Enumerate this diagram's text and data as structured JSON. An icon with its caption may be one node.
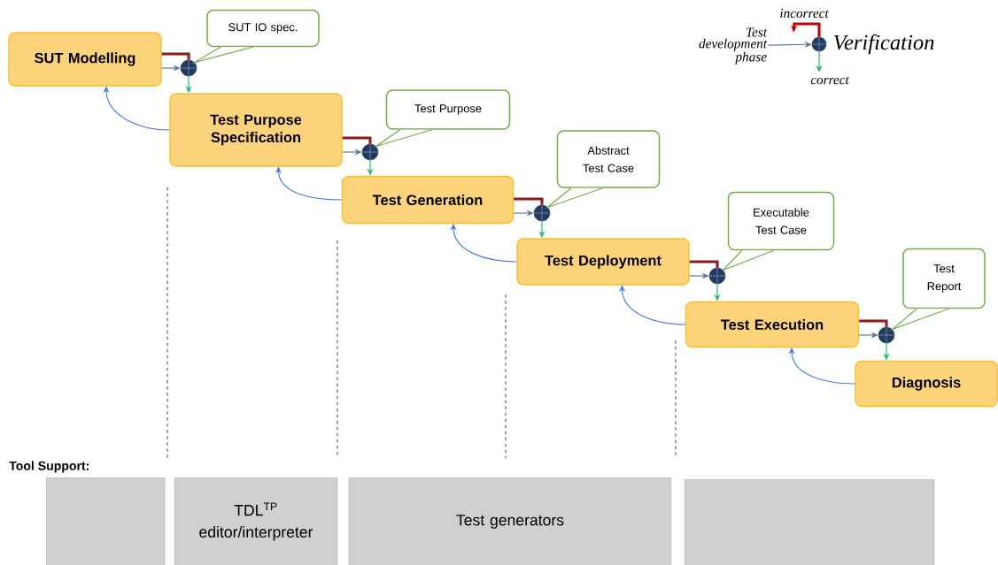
{
  "diagram": {
    "nodes": [
      {
        "text": [
          "SUT Modelling"
        ]
      },
      {
        "text": [
          "Test Purpose Specification"
        ]
      },
      {
        "text": [
          "Test Generation"
        ]
      },
      {
        "text": [
          "Test Deployment"
        ]
      },
      {
        "text": [
          "Test Execution"
        ]
      },
      {
        "text": [
          "Diagnosis"
        ]
      },
      {
        "text": [],
        "shape": "circle"
      },
      {
        "text": [],
        "shape": "circle"
      },
      {
        "text": [],
        "shape": "circle"
      },
      {
        "text": [],
        "shape": "circle"
      },
      {
        "text": [],
        "shape": "circle"
      },
      {
        "text": [
          "SUT IO spec."
        ]
      },
      {
        "text": [
          "Test Purpose"
        ]
      },
      {
        "text": [
          "Abstract Test Case"
        ]
      },
      {
        "text": [
          "Executable Test Case"
        ]
      },
      {
        "text": [
          "Test Report"
        ]
      },
      {
        "text": [
          "Test development phase"
        ]
      },
      {
        "text": [],
        "shape": "circle",
        "beside": [
          "Verification"
        ]
      },
      {
        "text": [],
        "shape": "box"
      },
      {
        "text": [
          "TDL$^{TP}$ editor/interpreter"
        ]
      },
      {
        "text": [
          "Test generators"
        ]
      },
      {
        "text": [],
        "shape": "box"
      }
    ],
    "edges": [
      {
        "from": 0,
        "to": 6,
        "arrow": "to",
        "color": "#5a7494"
      },
      {
        "from": 0,
        "to": 6,
        "arrow": "none",
        "style": "thick",
        "color": "#8b1a1a"
      },
      {
        "from": 6,
        "to": 1,
        "arrow": "to",
        "color": "#2bb673"
      },
      {
        "from": 1,
        "to": 0,
        "arrow": "to",
        "color": "#4a7fd4"
      },
      {
        "from": 11,
        "to": 6,
        "arrow": "none",
        "color": "#70ad47"
      },
      {
        "from": 1,
        "to": 7,
        "arrow": "to",
        "color": "#5a7494"
      },
      {
        "from": 1,
        "to": 7,
        "arrow": "none",
        "style": "thick",
        "color": "#8b1a1a"
      },
      {
        "from": 7,
        "to": 2,
        "arrow": "to",
        "color": "#2bb673"
      },
      {
        "from": 2,
        "to": 1,
        "arrow": "to",
        "color": "#4a7fd4"
      },
      {
        "from": 12,
        "to": 7,
        "arrow": "none",
        "color": "#70ad47"
      },
      {
        "from": 2,
        "to": 8,
        "arrow": "to",
        "color": "#5a7494"
      },
      {
        "from": 2,
        "to": 8,
        "arrow": "none",
        "style": "thick",
        "color": "#8b1a1a"
      },
      {
        "from": 8,
        "to": 3,
        "arrow": "to",
        "color": "#2bb673"
      },
      {
        "from": 3,
        "to": 2,
        "arrow": "to",
        "color": "#4a7fd4"
      },
      {
        "from": 13,
        "to": 8,
        "arrow": "none",
        "color": "#70ad47"
      },
      {
        "from": 3,
        "to": 9,
        "arrow": "to",
        "color": "#5a7494"
      },
      {
        "from": 3,
        "to": 9,
        "arrow": "none",
        "style": "thick",
        "color": "#8b1a1a"
      },
      {
        "from": 9,
        "to": 4,
        "arrow": "to",
        "color": "#2bb673"
      },
      {
        "from": 4,
        "to": 3,
        "arrow": "to",
        "color": "#4a7fd4"
      },
      {
        "from": 14,
        "to": 9,
        "arrow": "none",
        "color": "#70ad47"
      },
      {
        "from": 4,
        "to": 10,
        "arrow": "to",
        "color": "#5a7494"
      },
      {
        "from": 4,
        "to": 10,
        "arrow": "none",
        "style": "thick",
        "color": "#8b1a1a"
      },
      {
        "from": 10,
        "to": 5,
        "arrow": "to",
        "color": "#2bb673"
      },
      {
        "from": 5,
        "to": 4,
        "arrow": "to",
        "color": "#4a7fd4"
      },
      {
        "from": 15,
        "to": 10,
        "arrow": "none",
        "color": "#70ad47"
      },
      {
        "from": 16,
        "to": 17,
        "arrow": "to",
        "color": "#5a7494"
      },
      {
        "from": 17,
        "to": null,
        "arrow": "to",
        "label": "incorrect",
        "style": "thick",
        "color": "#c00000"
      },
      {
        "from": 17,
        "to": null,
        "arrow": "to",
        "label": "correct",
        "color": "#2bb673"
      }
    ],
    "labels": [
      "Tool Support:"
    ]
  }
}
